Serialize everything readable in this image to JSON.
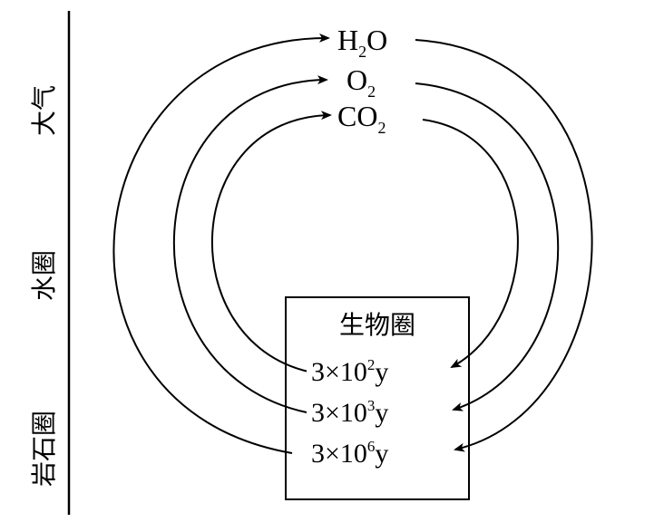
{
  "sphere_labels": {
    "atmosphere": "大气",
    "hydrosphere": "水圈",
    "lithosphere": "岩石圈"
  },
  "biosphere_box": {
    "title": "生物圈",
    "cycles": [
      {
        "coef": "3×10",
        "exp": "2",
        "unit": "y"
      },
      {
        "coef": "3×10",
        "exp": "3",
        "unit": "y"
      },
      {
        "coef": "3×10",
        "exp": "6",
        "unit": "y"
      }
    ]
  },
  "molecules": [
    {
      "base": "H",
      "sub": "2",
      "tail": "O"
    },
    {
      "base": "O",
      "sub": "2",
      "tail": ""
    },
    {
      "base": "CO",
      "sub": "2",
      "tail": ""
    }
  ]
}
